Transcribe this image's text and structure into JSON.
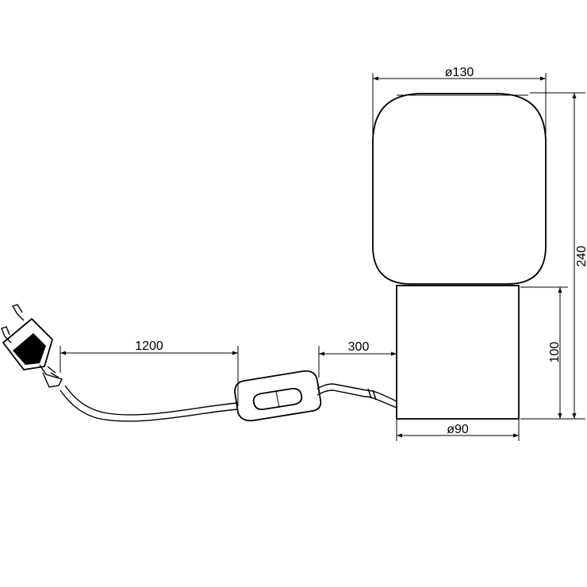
{
  "dimensions": {
    "shade_diameter": "ø130",
    "total_height": "240",
    "base_height": "100",
    "base_diameter": "ø90",
    "cable_length": "1200",
    "switch_distance": "300"
  },
  "colors": {
    "line": "#000000",
    "background": "#ffffff"
  }
}
